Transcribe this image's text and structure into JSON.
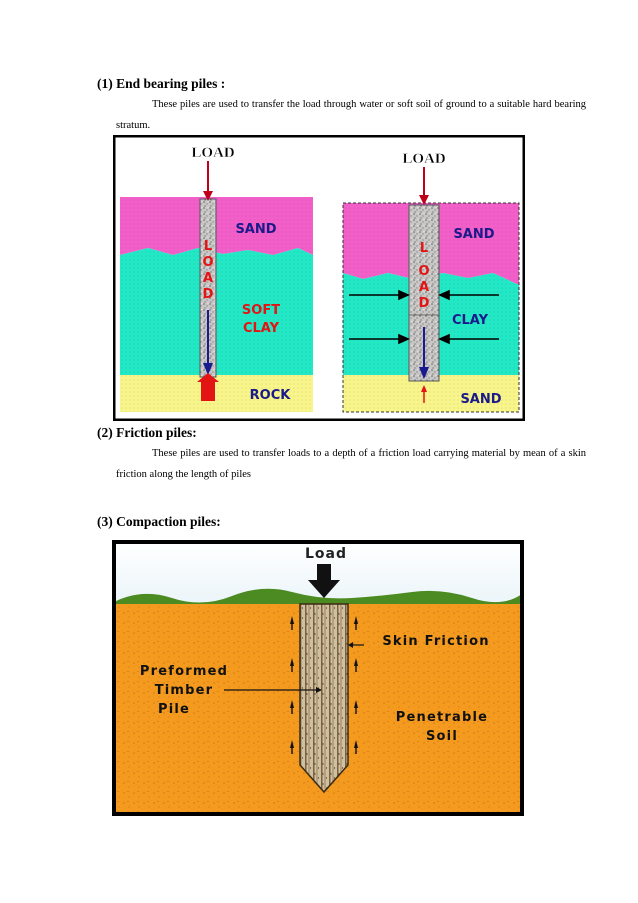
{
  "section1": {
    "heading": "(1) End bearing piles :",
    "text": "These piles are used to transfer the load through water or soft soil of ground to a suitable hard bearing stratum."
  },
  "fig1": {
    "left": {
      "load": "LOAD",
      "pile_letters": [
        "L",
        "O",
        "A",
        "D"
      ],
      "sand": "SAND",
      "soft": "SOFT",
      "clay": "CLAY",
      "rock": "ROCK"
    },
    "right": {
      "load": "LOAD",
      "pile_letters": [
        "L",
        "O",
        "A",
        "D"
      ],
      "sand_top": "SAND",
      "clay": "CLAY",
      "sand_bottom": "SAND"
    }
  },
  "section2": {
    "heading": "(2) Friction piles:",
    "text": "These piles are used to transfer loads to a depth of a friction load carrying material by mean of a skin friction along the length of piles"
  },
  "section3": {
    "heading": "(3) Compaction piles:"
  },
  "fig2": {
    "load": "Load",
    "skin_friction": "Skin Friction",
    "pile_label": [
      "Preformed",
      "Timber",
      "Pile"
    ],
    "soil_label": [
      "Penetrable",
      "Soil"
    ]
  },
  "colors": {
    "sand_pink": "#f25fc8",
    "clay_teal": "#22e8c6",
    "rock_yellow": "#f8f58a",
    "soil_orange": "#f39a1f",
    "sky_blue": "#a9d2e6"
  }
}
